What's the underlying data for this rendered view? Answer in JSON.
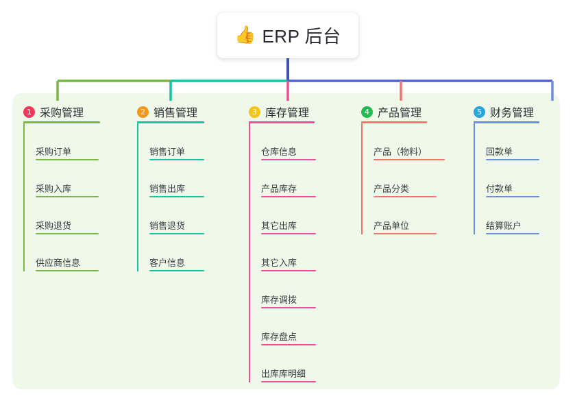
{
  "title": {
    "icon": "thumbs-up-icon",
    "icon_glyph": "👍",
    "text": "ERP 后台"
  },
  "colors": {
    "panel_bg": "#eff8e9",
    "page_bg": "#ffffff",
    "root_stem": "#3f51b5",
    "trunk_left": "#7ab648",
    "trunk_mid": "#17c3a2",
    "trunk_right": "#5361d0",
    "text": "#3c3f45"
  },
  "columns": [
    {
      "index": "1",
      "title": "采购管理",
      "badge_color": "#f2385a",
      "line_color": "#7ab648",
      "leaves": [
        "采购订单",
        "采购入库",
        "采购退货",
        "供应商信息"
      ]
    },
    {
      "index": "2",
      "title": "销售管理",
      "badge_color": "#f7941e",
      "line_color": "#17c3a2",
      "leaves": [
        "销售订单",
        "销售出库",
        "销售退货",
        "客户信息"
      ]
    },
    {
      "index": "3",
      "title": "库存管理",
      "badge_color": "#f5c518",
      "line_color": "#ef4c9a",
      "leaves": [
        "仓库信息",
        "产品库存",
        "其它出库",
        "其它入库",
        "库存调拨",
        "库存盘点",
        "出库库明细"
      ]
    },
    {
      "index": "4",
      "title": "产品管理",
      "badge_color": "#25bb52",
      "line_color": "#f4736b",
      "leaves": [
        "产品（物料）",
        "产品分类",
        "产品单位"
      ]
    },
    {
      "index": "5",
      "title": "财务管理",
      "badge_color": "#28a6e0",
      "line_color": "#6b8ede",
      "leaves": [
        "回款单",
        "付款单",
        "结算账户"
      ]
    }
  ]
}
